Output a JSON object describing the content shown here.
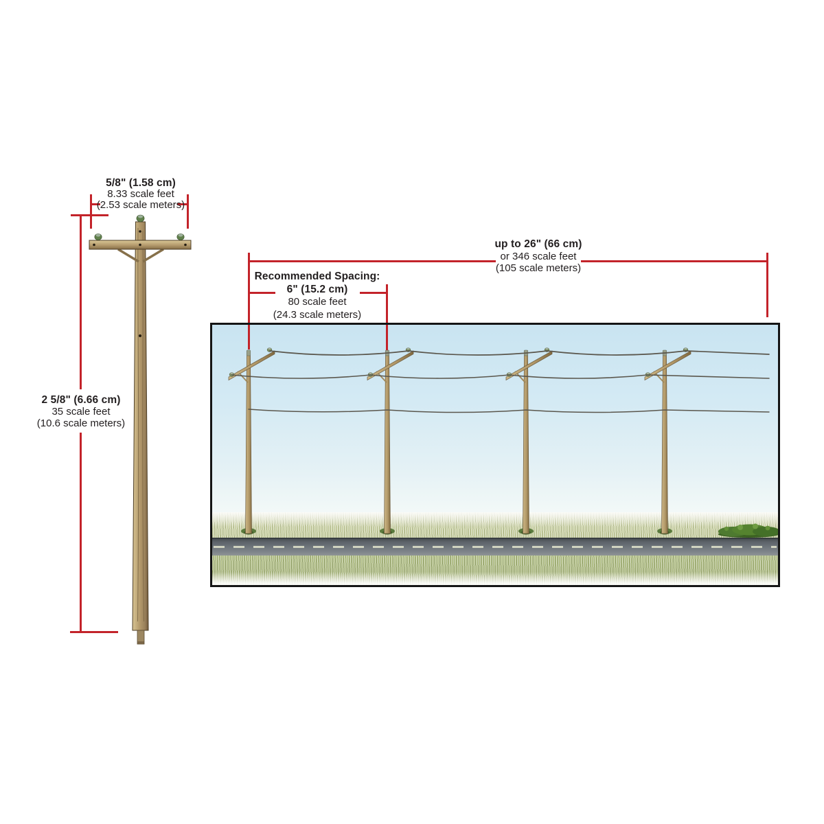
{
  "labels": {
    "crossarm": {
      "size": "5/8\" (1.58 cm)",
      "feet": "8.33 scale feet",
      "meters": "(2.53 scale meters)"
    },
    "height": {
      "size": "2 5/8\" (6.66 cm)",
      "feet": "35 scale feet",
      "meters": "(10.6 scale meters)"
    },
    "spacing": {
      "title": "Recommended Spacing:",
      "size": "6\" (15.2 cm)",
      "feet": "80 scale feet",
      "meters": "(24.3 scale meters)"
    },
    "run_length": {
      "size": "up to 26\" (66 cm)",
      "feet": "or 346 scale feet",
      "meters": "(105 scale meters)"
    }
  },
  "scene": {
    "pole_count": 4,
    "wire_count": 3
  },
  "colors": {
    "dimension_red": "#c3232a",
    "text_black": "#221e1f",
    "sky_top": "#c9e4f1",
    "wood_light": "#d6c291",
    "wood_mid": "#b49a6c",
    "wood_dark": "#7b6342",
    "insulator_green": "#60804b",
    "road_gray": "#6e757b",
    "grass_far": "#cbd2a6",
    "grass_near": "#aebb84",
    "bush_green": "#4e7a30",
    "frame_black": "#151515"
  }
}
